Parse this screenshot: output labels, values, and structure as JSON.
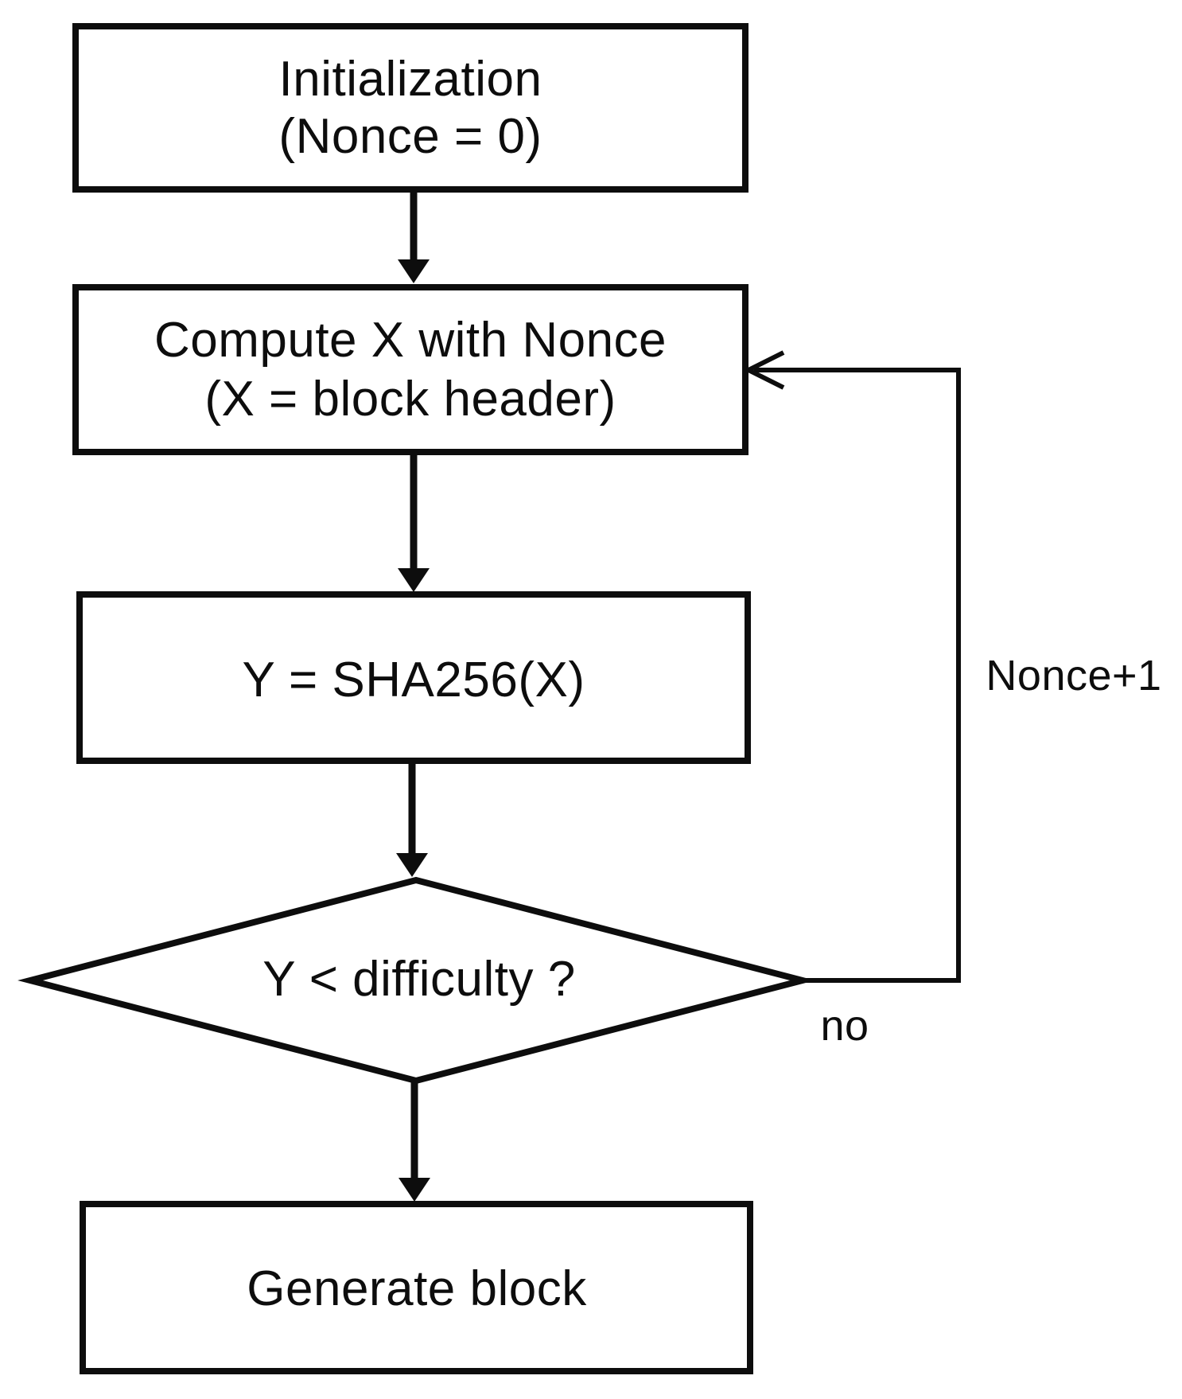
{
  "diagram": {
    "type": "flowchart",
    "colors": {
      "ink": "#0d0d0d",
      "background": "#ffffff"
    },
    "nodes": {
      "initialization": {
        "shape": "process",
        "line1": "Initialization",
        "line2": "(Nonce = 0)"
      },
      "compute_x": {
        "shape": "process",
        "line1": "Compute X with Nonce",
        "line2": "(X = block header)"
      },
      "hash": {
        "shape": "process",
        "label": "Y = SHA256(X)"
      },
      "difficulty_check": {
        "shape": "decision",
        "label": "Y < difficulty ?"
      },
      "generate_block": {
        "shape": "process",
        "label": "Generate block"
      }
    },
    "edge_labels": {
      "no": "no",
      "nonce_increment": "Nonce+1"
    }
  }
}
